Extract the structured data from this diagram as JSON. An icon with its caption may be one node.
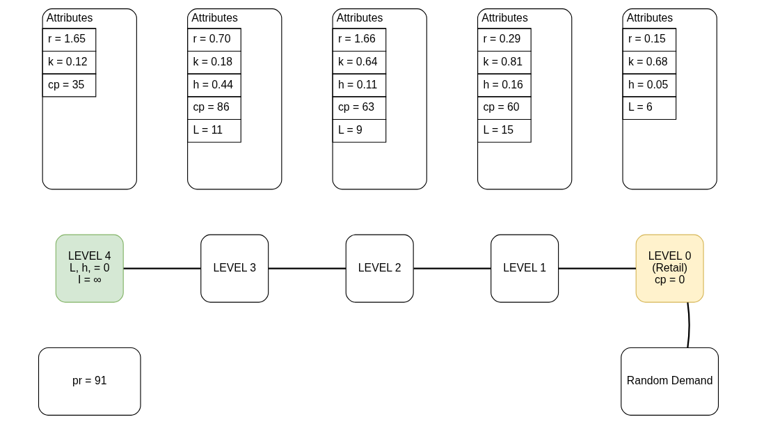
{
  "diagram": {
    "nodes": [
      {
        "text": [
          "Attributes",
          "r = 1.65",
          "k = 0.12",
          "cp = 35"
        ]
      },
      {
        "text": [
          "Attributes",
          "r = 0.70",
          "k = 0.18",
          "h = 0.44",
          "cp = 86",
          "L = 11"
        ]
      },
      {
        "text": [
          "Attributes",
          "r = 1.66",
          "k = 0.64",
          "h = 0.11",
          "cp = 63",
          "L = 9"
        ]
      },
      {
        "text": [
          "Attributes",
          "r = 0.29",
          "k = 0.81",
          "h = 0.16",
          "cp = 60",
          "L = 15"
        ]
      },
      {
        "text": [
          "Attributes",
          "r = 0.15",
          "k = 0.68",
          "h = 0.05",
          "L = 6"
        ]
      },
      {
        "text": [
          "LEVEL 4",
          "L, h, = 0",
          "I = ∞"
        ]
      },
      {
        "text": [
          "LEVEL 3"
        ]
      },
      {
        "text": [
          "LEVEL 2"
        ]
      },
      {
        "text": [
          "LEVEL 1"
        ]
      },
      {
        "text": [
          "LEVEL 0",
          "(Retail)",
          "cp = 0"
        ]
      },
      {
        "text": [
          "pr = 91"
        ]
      },
      {
        "text": [
          "Random Demand"
        ]
      }
    ],
    "edges": [
      {
        "from": 5,
        "to": 6,
        "arrow": "none"
      },
      {
        "from": 6,
        "to": 7,
        "arrow": "none"
      },
      {
        "from": 7,
        "to": 8,
        "arrow": "none"
      },
      {
        "from": 8,
        "to": 9,
        "arrow": "none"
      },
      {
        "from": 9,
        "to": 11,
        "arrow": "none"
      }
    ]
  }
}
